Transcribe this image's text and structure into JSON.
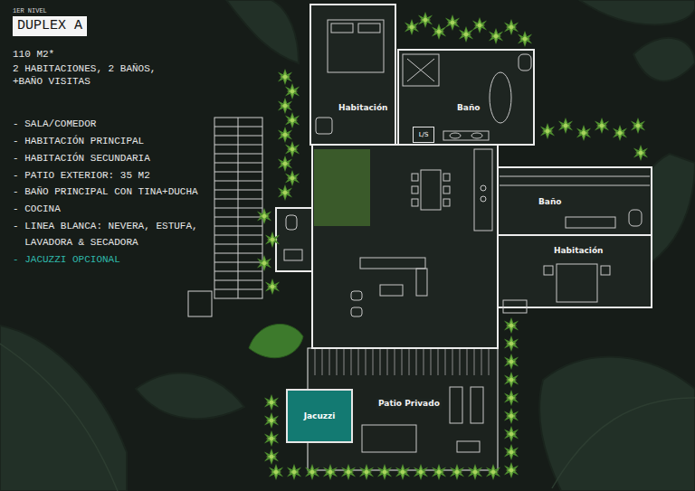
{
  "diagram": {
    "title": "DUPLEX A",
    "nodes": [
      {
        "text": [
          "L/S"
        ]
      },
      {
        "text": [
          "Jacuzzi"
        ]
      }
    ],
    "labels": [
      "1ER NIVEL",
      "110 M2*",
      "2 HABITACIONES, 2 BAÑOS,",
      "+BAÑO VISITAS",
      "- SALA/COMEDOR",
      "- HABITACIÓN PRINCIPAL",
      "- HABITACIÓN SECUNDARIA",
      "- PATIO EXTERIOR: 35 M2",
      "- BAÑO PRINCIPAL CON TINA+DUCHA",
      "- COCINA",
      "- LINEA BLANCA: NEVERA, ESTUFA, LAVADORA & SECADORA",
      "- JACUZZI OPCIONAL",
      "Habitación",
      "Baño",
      "Baño",
      "Habitación",
      "Patio Privado"
    ]
  }
}
